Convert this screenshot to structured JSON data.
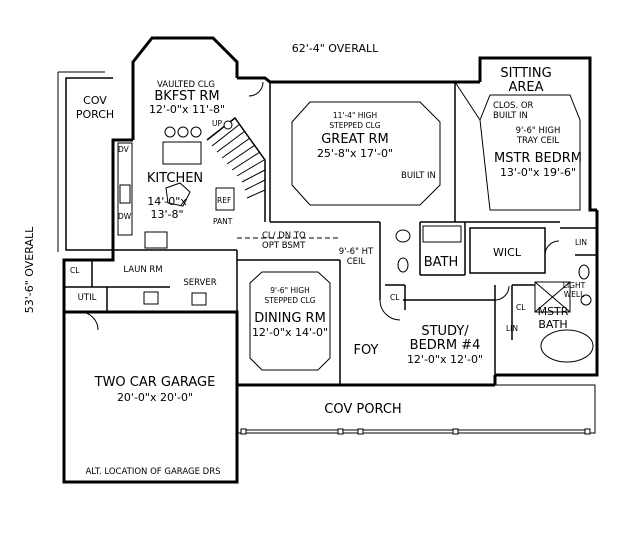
{
  "dimensions": {
    "overall_width": "62'-4\" OVERALL",
    "overall_depth": "53'-6\" OVERALL"
  },
  "rooms": {
    "breakfast": {
      "note": "VAULTED CLG",
      "name": "BKFST RM",
      "size": "12'-0\"x 11'-8\""
    },
    "cov_porch_left": {
      "name": "COV\nPORCH"
    },
    "great_room": {
      "note1": "11'-4\" HIGH",
      "note2": "STEPPED CLG",
      "name": "GREAT RM",
      "size": "25'-8\"x 17'-0\""
    },
    "sitting": {
      "name1": "SITTING",
      "name2": "AREA"
    },
    "closet_note": {
      "line1": "CLOS. OR",
      "line2": "BUILT IN"
    },
    "master_bed": {
      "note1": "9'-6\" HIGH",
      "note2": "TRAY CEIL",
      "name": "MSTR BEDRM",
      "size": "13'-0\"x 19'-6\""
    },
    "built_in": {
      "label": "BUILT IN"
    },
    "kitchen": {
      "name": "KITCHEN",
      "size1": "14'-0\"x",
      "size2": "13'-8\""
    },
    "kitchen_labels": {
      "up": "UP",
      "dv": "DV",
      "dw": "DW",
      "ref": "REF",
      "pant": "PANT"
    },
    "stair_note": {
      "line1": "CL/ DN TO",
      "line2": "OPT BSMT"
    },
    "hall_note": {
      "line1": "9'-6\" HT",
      "line2": "CEIL"
    },
    "bath": {
      "name": "BATH"
    },
    "wicl": {
      "name": "WICL"
    },
    "lin": {
      "name": "LIN"
    },
    "light_well": {
      "line1": "LIGHT",
      "line2": "WELL"
    },
    "mstr_bath": {
      "line1": "MSTR",
      "line2": "BATH"
    },
    "cl_labels": {
      "cl": "CL"
    },
    "laundry": {
      "name": "LAUN RM"
    },
    "server": {
      "name": "SERVER"
    },
    "util": {
      "name": "UTIL"
    },
    "dining": {
      "note1": "9'-6\" HIGH",
      "note2": "STEPPED CLG",
      "name": "DINING RM",
      "size": "12'-0\"x 14'-0\""
    },
    "foyer": {
      "name": "FOY"
    },
    "study": {
      "name1": "STUDY/",
      "name2": "BEDRM #4",
      "size": "12'-0\"x 12'-0\""
    },
    "garage": {
      "name": "TWO CAR GARAGE",
      "size": "20'-0\"x 20'-0\"",
      "note": "ALT. LOCATION OF GARAGE DRS"
    },
    "cov_porch_front": {
      "name": "COV PORCH"
    }
  }
}
